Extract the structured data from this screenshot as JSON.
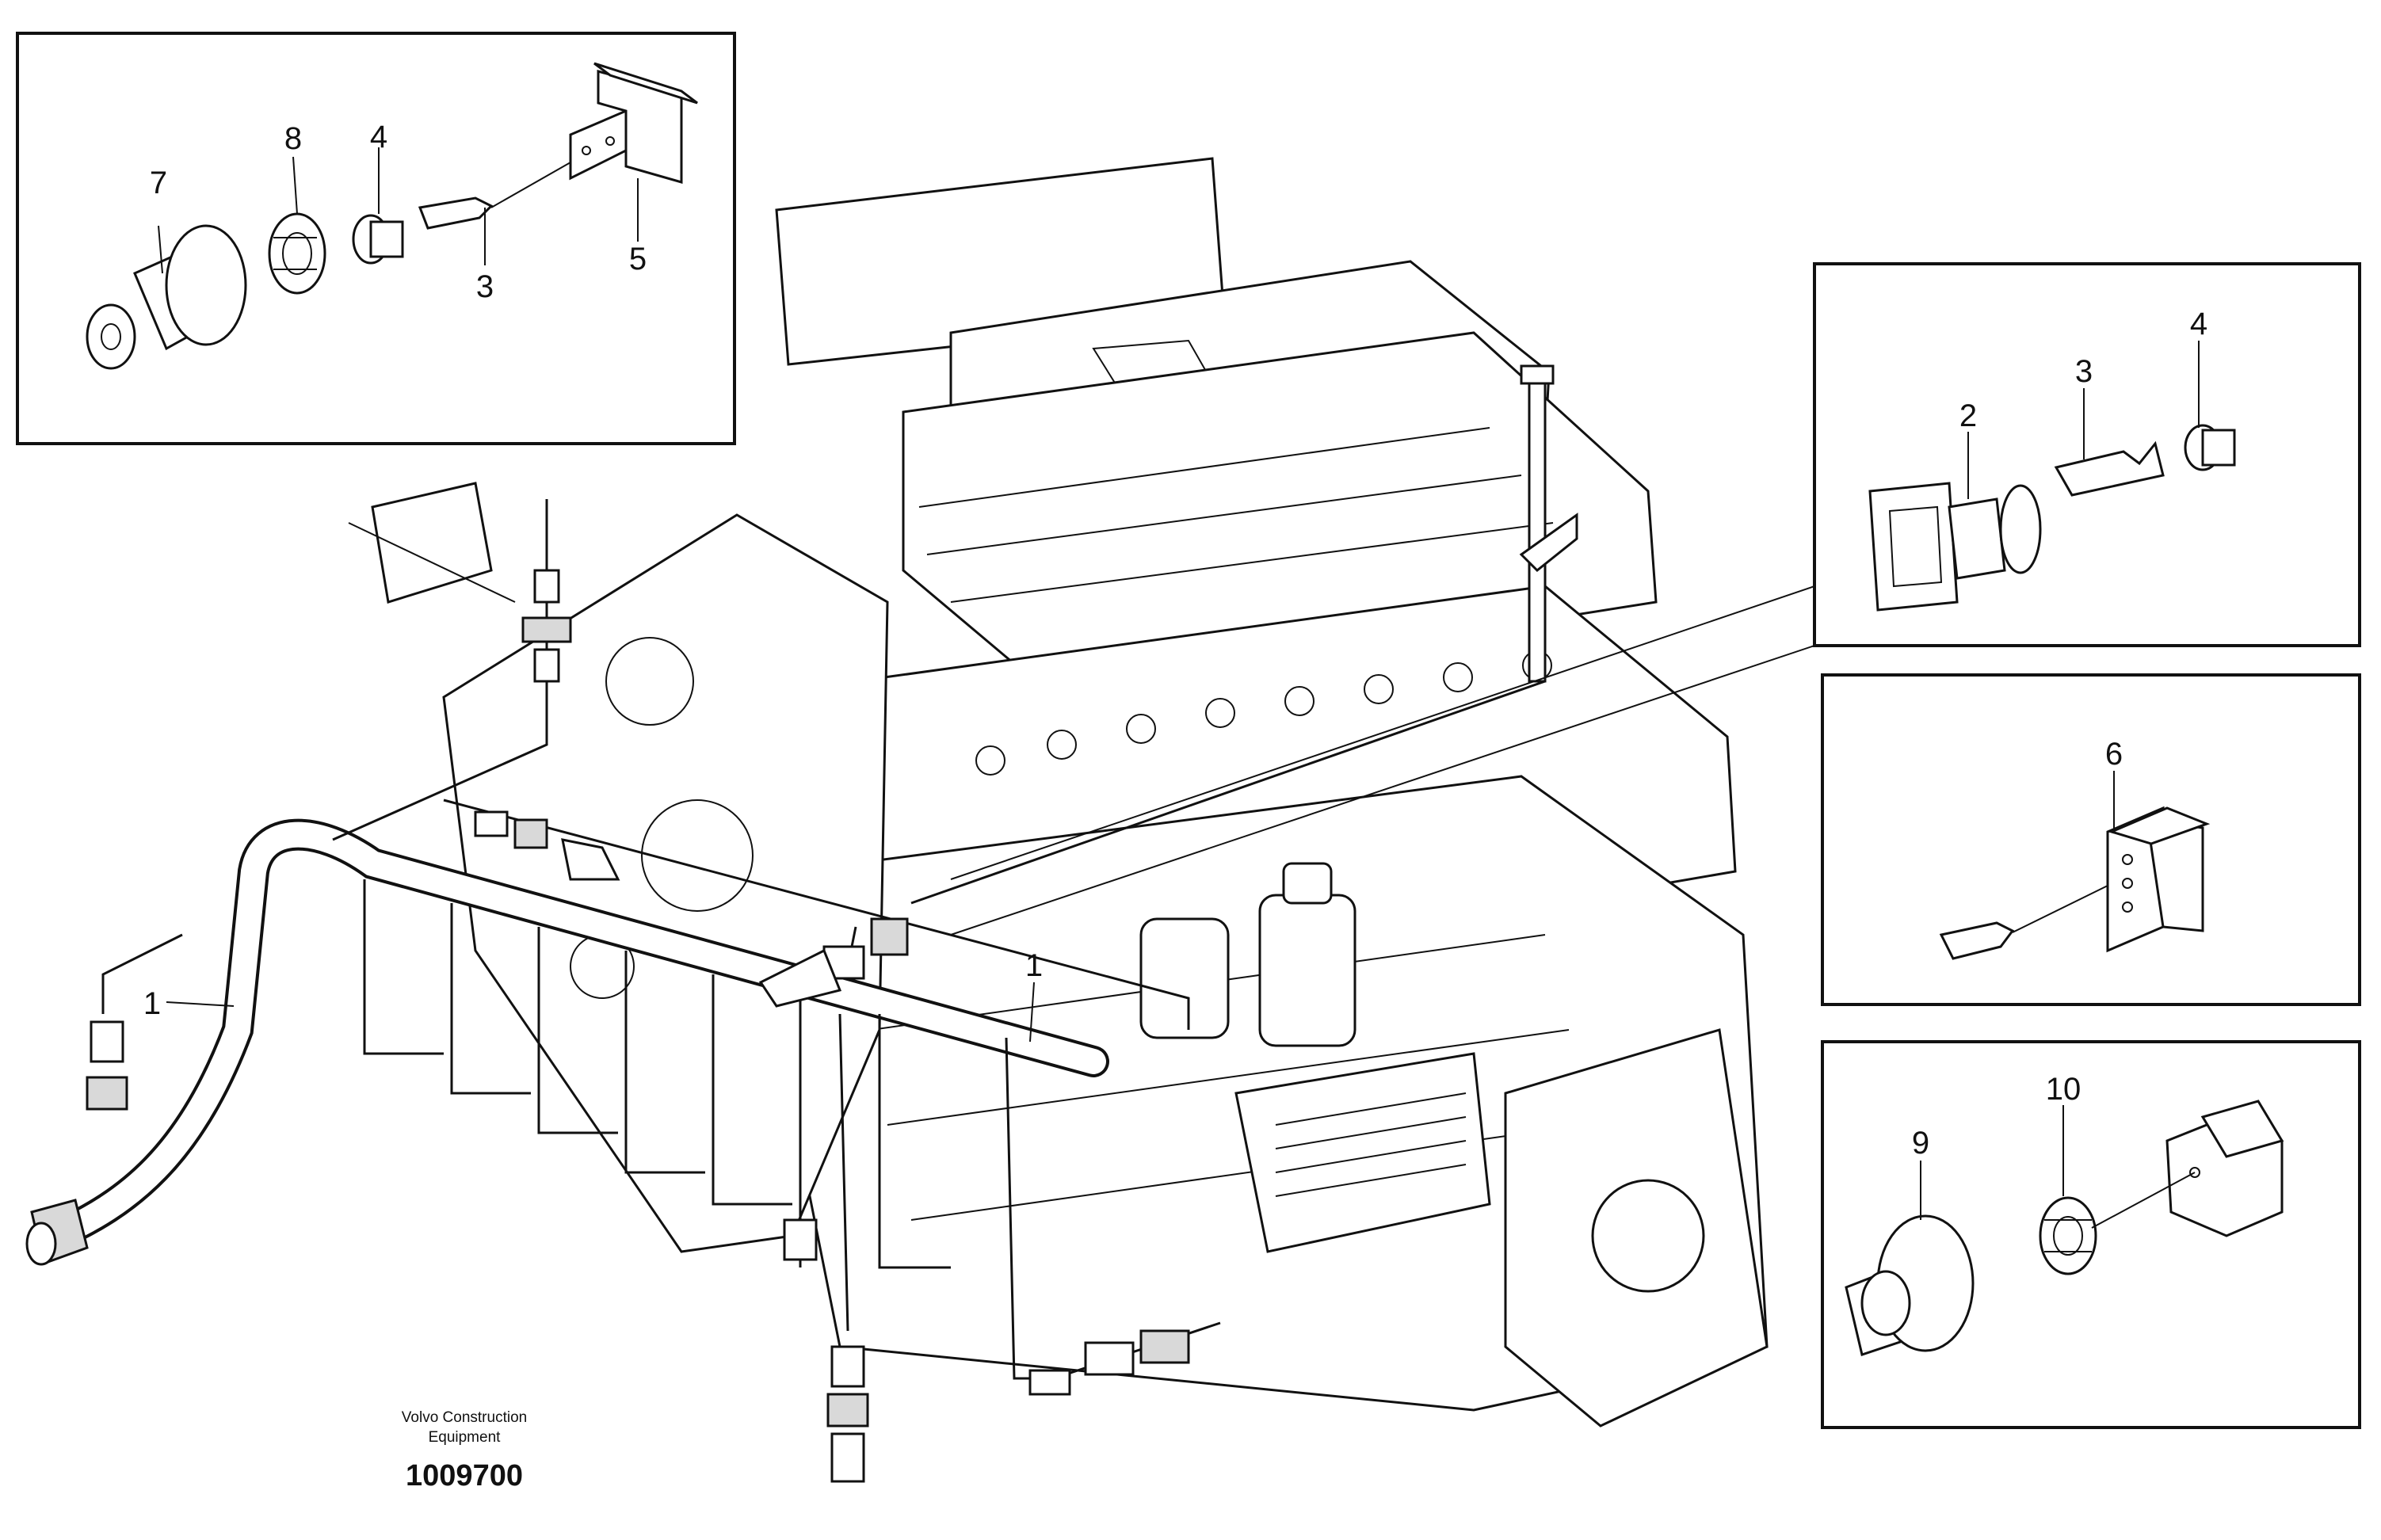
{
  "callouts": {
    "p1_7": "7",
    "p1_8": "8",
    "p1_4": "4",
    "p1_3": "3",
    "p1_5": "5",
    "p2_2": "2",
    "p2_3": "3",
    "p2_4": "4",
    "p3_6": "6",
    "p4_9": "9",
    "p4_10": "10",
    "main_1a": "1",
    "main_1b": "1"
  },
  "credit": {
    "line1": "Volvo Construction",
    "line2": "Equipment"
  },
  "document_number": "1009700"
}
